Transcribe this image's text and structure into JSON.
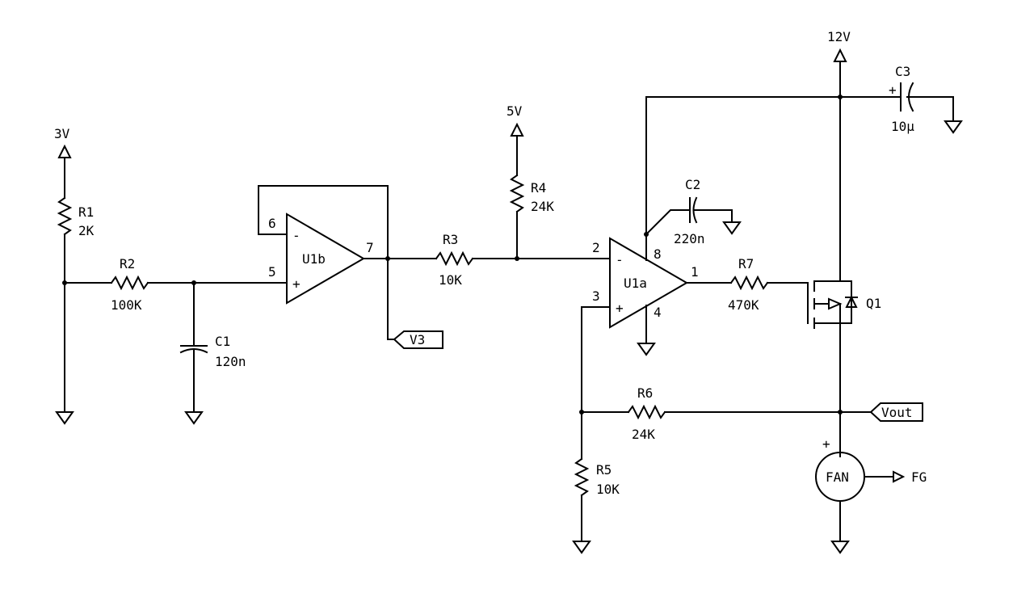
{
  "supplies": {
    "v3": "3V",
    "v5": "5V",
    "v12": "12V"
  },
  "resistors": {
    "r1": {
      "ref": "R1",
      "value": "2K"
    },
    "r2": {
      "ref": "R2",
      "value": "100K"
    },
    "r3": {
      "ref": "R3",
      "value": "10K"
    },
    "r4": {
      "ref": "R4",
      "value": "24K"
    },
    "r5": {
      "ref": "R5",
      "value": "10K"
    },
    "r6": {
      "ref": "R6",
      "value": "24K"
    },
    "r7": {
      "ref": "R7",
      "value": "470K"
    }
  },
  "capacitors": {
    "c1": {
      "ref": "C1",
      "value": "120n"
    },
    "c2": {
      "ref": "C2",
      "value": "220n"
    },
    "c3": {
      "ref": "C3",
      "value": "10µ"
    }
  },
  "opamps": {
    "u1b": {
      "ref": "U1b",
      "pin_inv": "6",
      "pin_noninv": "5",
      "pin_out": "7",
      "minus": "-",
      "plus": "+"
    },
    "u1a": {
      "ref": "U1a",
      "pin_inv": "2",
      "pin_noninv": "3",
      "pin_out": "1",
      "pin_vcc": "8",
      "pin_gnd": "4",
      "minus": "-",
      "plus": "+"
    }
  },
  "transistor": {
    "ref": "Q1"
  },
  "ports": {
    "v3": "V3",
    "vout": "Vout",
    "fg": "FG"
  },
  "fan": {
    "label": "FAN",
    "plus": "+"
  }
}
